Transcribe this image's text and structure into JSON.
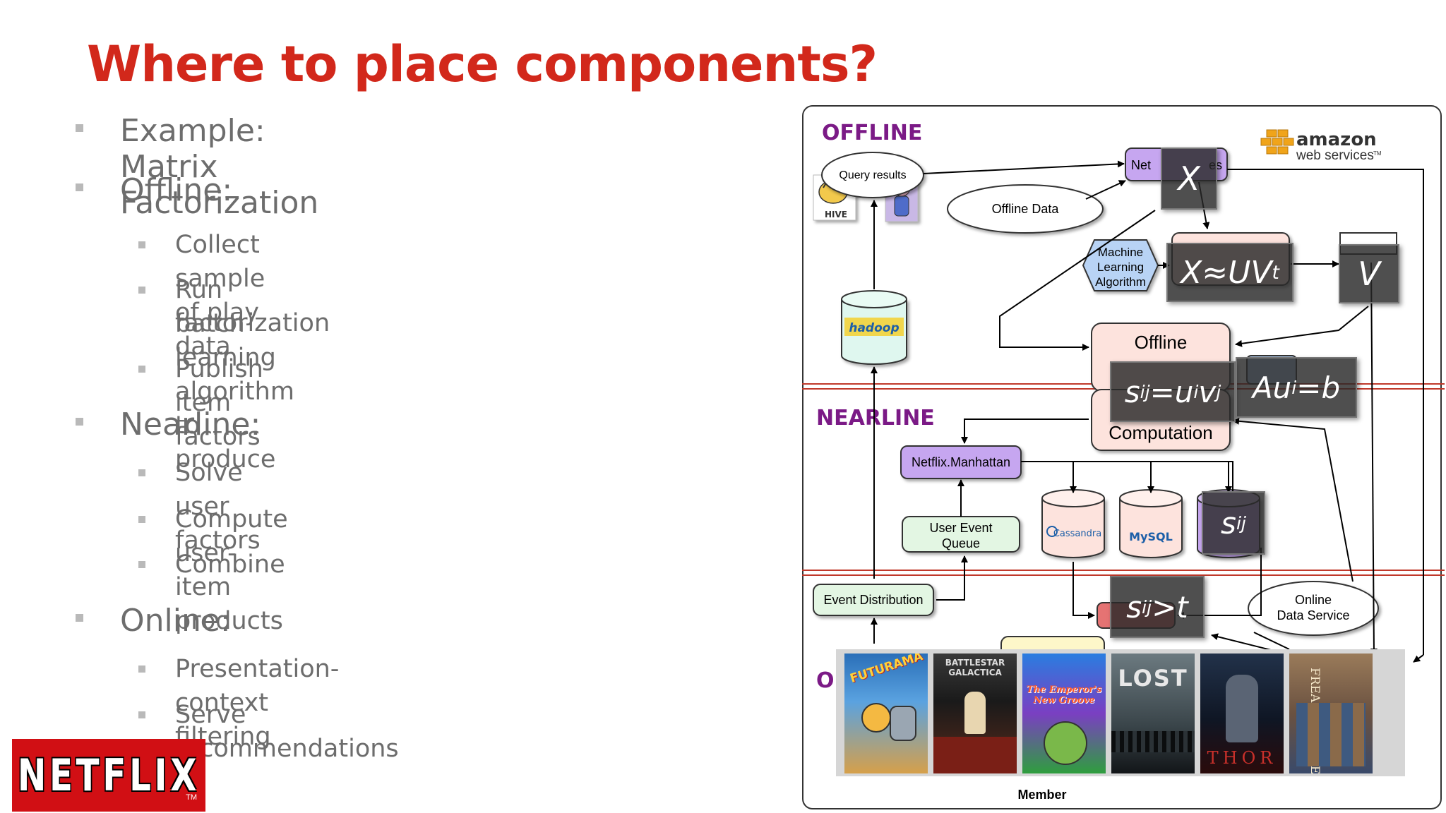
{
  "title": "Where to place components?",
  "bullets": [
    {
      "text": "Example: Matrix Factorization",
      "level": 1
    },
    {
      "text": "Offline:",
      "level": 1
    },
    {
      "text": "Collect sample of play data",
      "level": 2
    },
    {
      "text": "Run batch learning algorithm to produce",
      "level": 2
    },
    {
      "text": "factorization",
      "level": 2
    },
    {
      "text": "Publish item factors",
      "level": 2
    },
    {
      "text": "Nearline:",
      "level": 1
    },
    {
      "text": "Solve user factors",
      "level": 2
    },
    {
      "text": "Compute user-item products",
      "level": 2
    },
    {
      "text": "Combine",
      "level": 2
    },
    {
      "text": "Online:",
      "level": 1
    },
    {
      "text": "Presentation-context filtering",
      "level": 2
    },
    {
      "text": "Serve recommendations",
      "level": 2
    }
  ],
  "logo": {
    "text": "NETFLIX",
    "tm": "TM"
  },
  "diagram": {
    "sections": {
      "offline": "OFFLINE",
      "nearline": "NEARLINE",
      "online": "ON"
    },
    "aws": {
      "line1": "amazon",
      "line2": "web services",
      "tm": "TM"
    },
    "nodes": {
      "query_results": "Query results",
      "offline_data": "Offline Data",
      "ml_algorithm": [
        "Machine",
        "Learning",
        "Algorithm"
      ],
      "offline_computation_top": "Offline",
      "nearline_computation": "Computation",
      "netflix_manhattan": "Netflix.Manhattan",
      "user_event_queue": [
        "User Event",
        "Queue"
      ],
      "cassandra": "Cassandra",
      "mysql": "MySQL",
      "event_distribution": "Event Distribution",
      "online_data_service": [
        "Online",
        "Data Service"
      ],
      "hive": "HIVE",
      "hadoop": "hadoop",
      "netflix_partial": "Net",
      "netflix_partial_end": "es",
      "member": "Member"
    },
    "overlays": {
      "x": "X",
      "xuv": {
        "base": "X≈UV",
        "sup": "t"
      },
      "v": "V",
      "s_uv": {
        "s": "s",
        "s_sub": "ij",
        "eq": "=u",
        "u_sub": "i",
        "v": "v",
        "v_sub": "j"
      },
      "au_b": {
        "a": "Au",
        "sub": "i",
        "rest": "=b"
      },
      "s_ij": {
        "s": "s",
        "sub": "ij"
      },
      "s_gt_t": {
        "s": "s",
        "sub": "ij",
        "rest": ">t"
      }
    },
    "posters": [
      "FUTURAMA",
      "BATTLESTAR GALACTICA",
      "The Emperor's New Groove",
      "LOST",
      "THOR",
      "FREAKS AND GEEKS"
    ]
  },
  "colors": {
    "title": "#d2281b",
    "section_label": "#7b1a86",
    "red_line": "#c0392b",
    "purple_node": "#c6a6f0",
    "pink_node": "#fde3dd",
    "green_node": "#e3f6e3"
  }
}
